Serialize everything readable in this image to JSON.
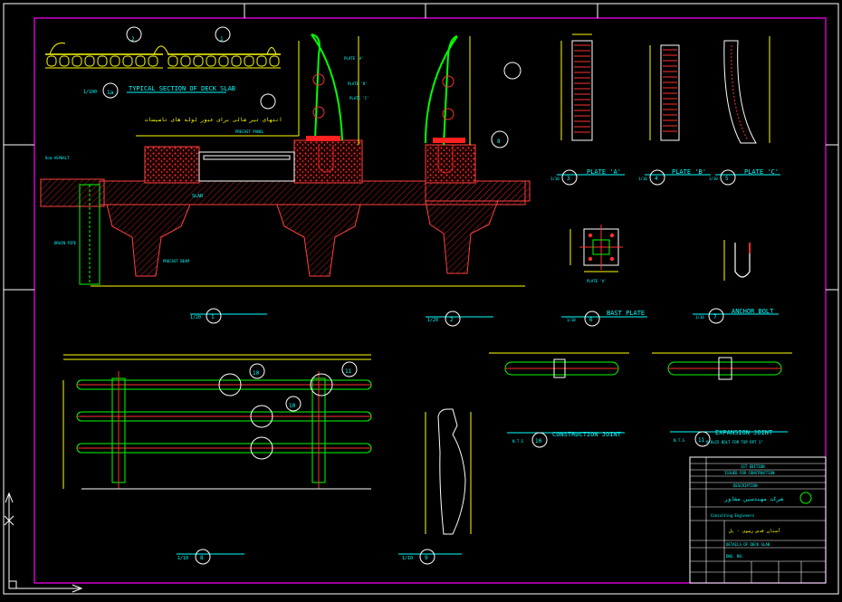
{
  "section_1a": {
    "title": "TYPICAL SECTION OF DECK SLAB",
    "scale": "1/100",
    "ref": "1a"
  },
  "callouts_top": [
    {
      "n": "2"
    },
    {
      "n": "1"
    }
  ],
  "view1": {
    "farsi_note": "انتهای تیر شالی برای عبور لوله های تاسیسات",
    "slab_label": "SLAB",
    "precast_panel": "PRECAST PANEL",
    "precast_beam": "PRECAST BEAM",
    "drain_pipe": "DRAIN PIPE",
    "asphalt": "8cm ASPHALT",
    "plate_a": "PLATE 'A'",
    "plate_b": "PLATE 'B'",
    "plate_c": "PLATE 'C'",
    "scale": "1/20",
    "ref": "1"
  },
  "view2": {
    "scale": "1/20",
    "ref": "2",
    "section_ref": "8"
  },
  "plate_a": {
    "label": "PLATE 'A'",
    "scale": "1/10",
    "ref": "3"
  },
  "plate_b": {
    "label": "PLATE 'B'",
    "scale": "1/10",
    "ref": "4"
  },
  "plate_c": {
    "label": "PLATE 'C'",
    "scale": "1/10",
    "ref": "5"
  },
  "base_plate": {
    "label": "BAST PLATE",
    "scale": "1/10",
    "ref": "6",
    "note": "PLATE 'A'"
  },
  "anchor_bolt": {
    "label": "ANCHOR BOLT",
    "scale": "1/10",
    "ref": "7"
  },
  "elevation": {
    "scale": "1/10",
    "ref": "8",
    "callouts": [
      "10",
      "10",
      "11"
    ]
  },
  "profile": {
    "scale": "1/10",
    "ref": "9"
  },
  "construction_joint": {
    "label": "CONSTRUCTION JOINT",
    "scale": "N.T.S",
    "ref": "10"
  },
  "expansion_joint": {
    "label": "EXPANSION JOINT",
    "sub": "M 8x25 BOLT FOR TOP RPT 1\"",
    "scale": "N.T.S",
    "ref": "11"
  },
  "title_block": {
    "issue": "1ST EDITION",
    "purpose": "ISSUED FOR CONSTRUCTION",
    "description_label": "DESCRIPTION",
    "company_farsi": "شرکت مهندسین مشاور",
    "company_en": "Consulting Engineers",
    "project_farsi": "آستان قدس رضوی - پل",
    "drawing_title": "DETAILS OF DECK SLAB",
    "drawing_no": "DWG. NO."
  },
  "colors": {
    "background": "#000000",
    "border": "#ff00ff",
    "text_cyan": "#00ffff",
    "dims": "#ffff00",
    "rebar": "#ff0000",
    "rail": "#00ff00",
    "concrete": "#ff4040"
  }
}
